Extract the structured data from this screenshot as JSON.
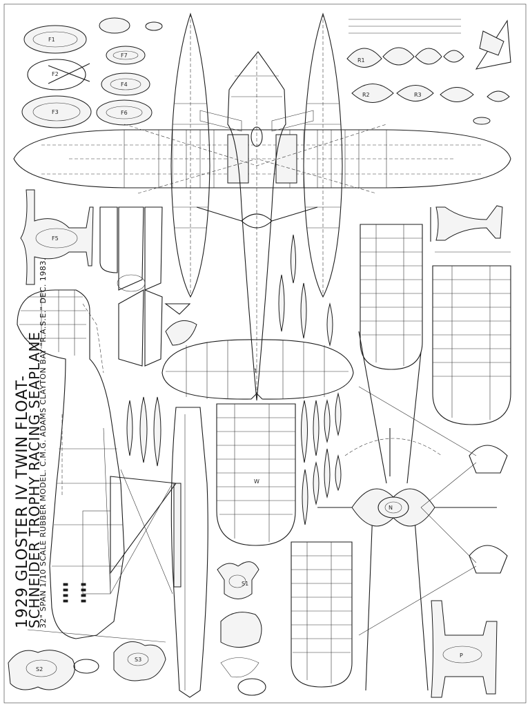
{
  "drawing": {
    "title_line1": "1929 GLOSTER IV TWIN FLOAT-",
    "title_line2": "SCHNEIDER TROPHY RACING SEAPLANE",
    "title_line3": "32\" SPAN  1/10 SCALE  RUBBER MODEL.  C.M.G. ADAMS  CLAYTON BAY  \"R.A.S.E.\" DEC. 1983."
  },
  "part_labels": {
    "f1": "F1",
    "f2": "F2",
    "f3": "F3",
    "f4": "F4",
    "f5": "F5",
    "f6": "F6",
    "f7": "F7",
    "r1": "R1",
    "r2": "R2",
    "r3": "R3",
    "t": "T",
    "s1": "S1",
    "s2": "S2",
    "s3": "S3",
    "n": "N",
    "wing_l": "W",
    "p": "P"
  },
  "colors": {
    "ink": "#1a1a1a",
    "paper": "#ffffff"
  }
}
